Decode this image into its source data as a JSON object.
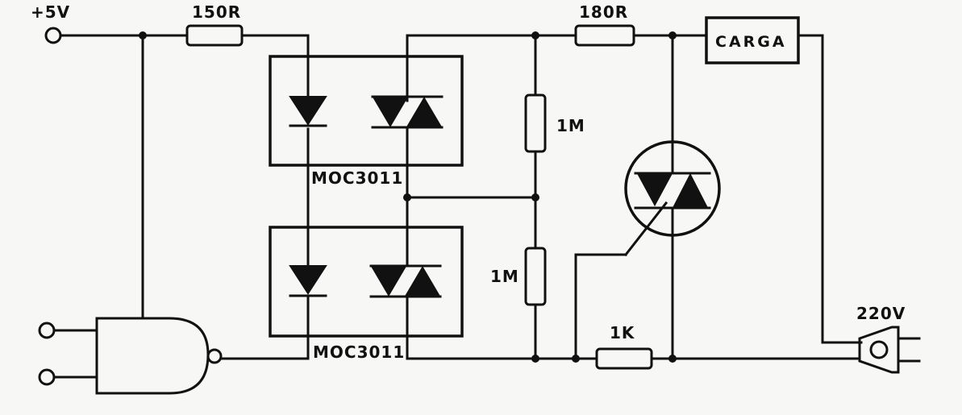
{
  "labels": {
    "supply": "+5V",
    "r_input": "150R",
    "r_gate_top": "180R",
    "load": "CARGA",
    "r_divider_top": "1M",
    "r_divider_bottom": "1M",
    "opto_top": "MOC3011",
    "opto_bottom": "MOC3011",
    "r_gate_bottom": "1K",
    "mains": "220V"
  },
  "colors": {
    "ink": "#111111",
    "paper": "#f7f7f5"
  }
}
